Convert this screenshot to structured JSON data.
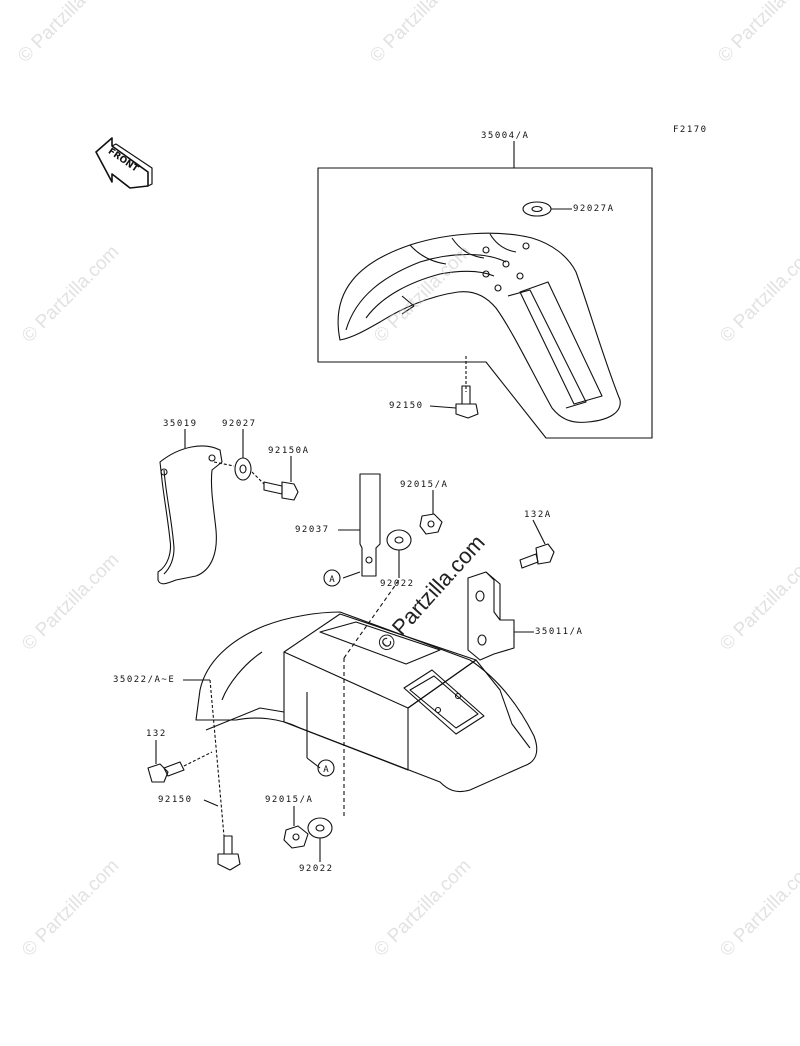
{
  "figure": {
    "code": "F2170"
  },
  "front_arrow": {
    "text": "FRONT"
  },
  "callout_letter": "A",
  "watermark": {
    "text": "© Partzilla.com"
  },
  "parts": [
    {
      "id": "front-fender",
      "number": "35004/A"
    },
    {
      "id": "washer-top",
      "number": "92027A"
    },
    {
      "id": "bolt-front",
      "number": "92150"
    },
    {
      "id": "guard",
      "number": "35019"
    },
    {
      "id": "washer-guard",
      "number": "92027"
    },
    {
      "id": "bolt-guard",
      "number": "92150A"
    },
    {
      "id": "nut-upper",
      "number": "92015/A"
    },
    {
      "id": "strap",
      "number": "92037"
    },
    {
      "id": "washer-upper",
      "number": "92022"
    },
    {
      "id": "bolt-132a",
      "number": "132A"
    },
    {
      "id": "bracket",
      "number": "35011/A"
    },
    {
      "id": "rear-fender",
      "number": "35022/A~E"
    },
    {
      "id": "bolt-132",
      "number": "132"
    },
    {
      "id": "bolt-rear",
      "number": "92150"
    },
    {
      "id": "nut-lower",
      "number": "92015/A"
    },
    {
      "id": "washer-lower",
      "number": "92022"
    }
  ]
}
